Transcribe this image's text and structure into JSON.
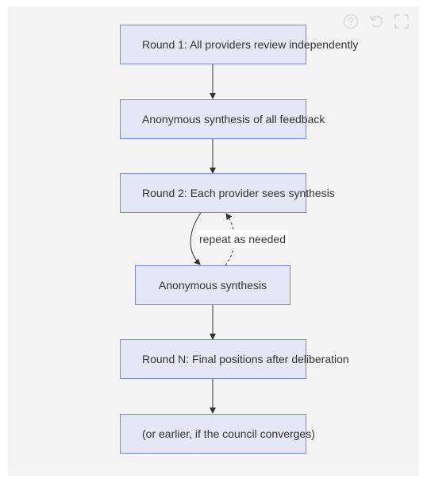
{
  "nodes": {
    "round1": "Round 1: All providers review independently",
    "synthesis_all": "Anonymous synthesis of all feedback",
    "round2": "Round 2: Each provider sees synthesis",
    "synthesis": "Anonymous synthesis",
    "roundN": "Round N: Final positions after deliberation",
    "earlier": "(or earlier, if the council converges)"
  },
  "edges": {
    "loop_label": "repeat as needed"
  },
  "toolbar": {
    "help_icon": "help-circle-icon",
    "reset_icon": "rotate-ccw-icon",
    "fullscreen_icon": "maximize-icon"
  },
  "colors": {
    "node_fill": "#e4e7f6",
    "node_border": "#7d86e6",
    "edge": "#333333",
    "background": "#f4f4f4"
  }
}
